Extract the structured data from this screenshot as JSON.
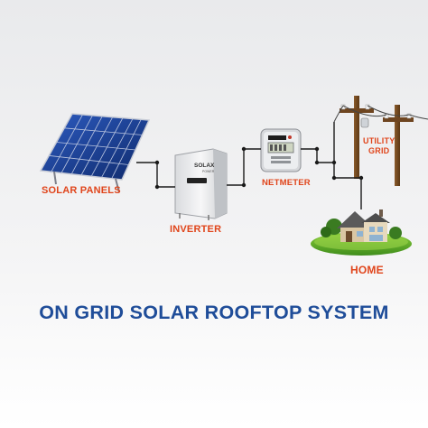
{
  "title": "ON GRID SOLAR ROOFTOP SYSTEM",
  "components": {
    "solar_panels": "SOLAR PANELS",
    "inverter": "INVERTER",
    "inverter_brand": "SOLAX",
    "inverter_sub": "POWER",
    "netmeter": "NETMETER",
    "utility_grid_line1": "UTILITY",
    "utility_grid_line2": "GRID",
    "home": "HOME"
  },
  "colors": {
    "label": "#e0451b",
    "title": "#1f4d99",
    "wire": "#1a1a1a",
    "panel": "#1d3f8f"
  }
}
